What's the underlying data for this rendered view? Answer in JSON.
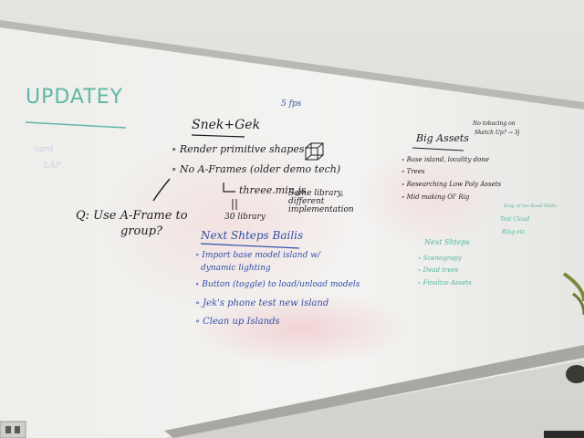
{
  "whiteboard": {
    "title": "UPDATEY",
    "note_top": "5 fps",
    "section_main": "Snek+Gek",
    "bullets_main": [
      "Render primitive shapes",
      "No A-Frames (older demo tech)"
    ],
    "three_line": "threee.min.js",
    "library_note": "Same library, different implementation",
    "number_note": "30 library",
    "question": [
      "Q: Use A-Frame to",
      "group?"
    ],
    "section_next": "Next Shteps Bailis",
    "bullets_next": [
      "Import base model island w/",
      "dynamic lighting",
      "Button (toggle) to load/unload models",
      "Jek's phone test new island",
      "Clean up Islands"
    ],
    "section_assets": "Big Assets",
    "top_right_note": [
      "No tobacing on",
      "Sketch Up? → 3j"
    ],
    "bullets_assets": [
      "Base island, locality done",
      "Trees",
      "Researching Low Poly Assets",
      "Mid making Ol' Rig"
    ],
    "section_green": "Next Shteps",
    "bullets_green": [
      "Scenograpy",
      "Dead trees",
      "Finalize Assets"
    ],
    "right_green_notes": [
      "King of the Road Paths",
      "Test Cloud",
      "Ring etc"
    ],
    "faint_left": [
      "card",
      "LAP"
    ],
    "colors": {
      "board": "#f2f2ef",
      "black_marker": "#1c1c22",
      "blue_marker": "#2f4ea8",
      "green_marker": "#4fb79b",
      "teal_marker": "#5fb8a8",
      "pink_smudge": "#f3c8cc"
    }
  }
}
